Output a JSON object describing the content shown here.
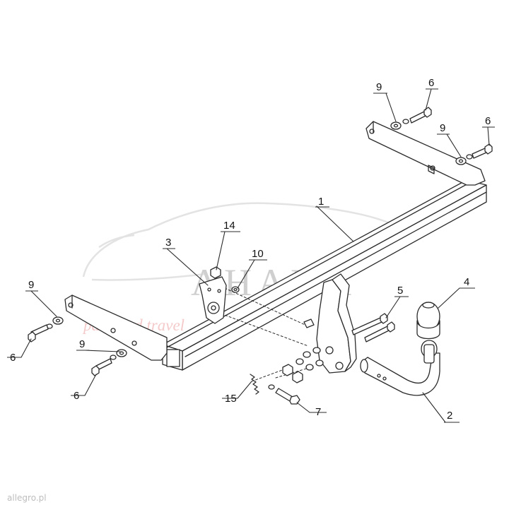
{
  "callouts": {
    "c1": "1",
    "c2": "2",
    "c3": "3",
    "c4": "4",
    "c5": "5",
    "c6_left_top": "6",
    "c6_left_bottom": "6",
    "c6_right_top": "6",
    "c6_right_mid": "6",
    "c7": "7",
    "c9_left_top": "9",
    "c9_left_bottom": "9",
    "c9_right_top": "9",
    "c9_right_mid": "9",
    "c10": "10",
    "c14": "14",
    "c15": "15"
  },
  "watermark": {
    "brand": "AHAKA",
    "tagline": "pack and travel"
  },
  "footer": {
    "source": "allegro.pl"
  },
  "colors": {
    "line": "#2b2b2b",
    "watermark_brand": "#bfbfbf",
    "watermark_tagline": "#f4c6c6"
  }
}
